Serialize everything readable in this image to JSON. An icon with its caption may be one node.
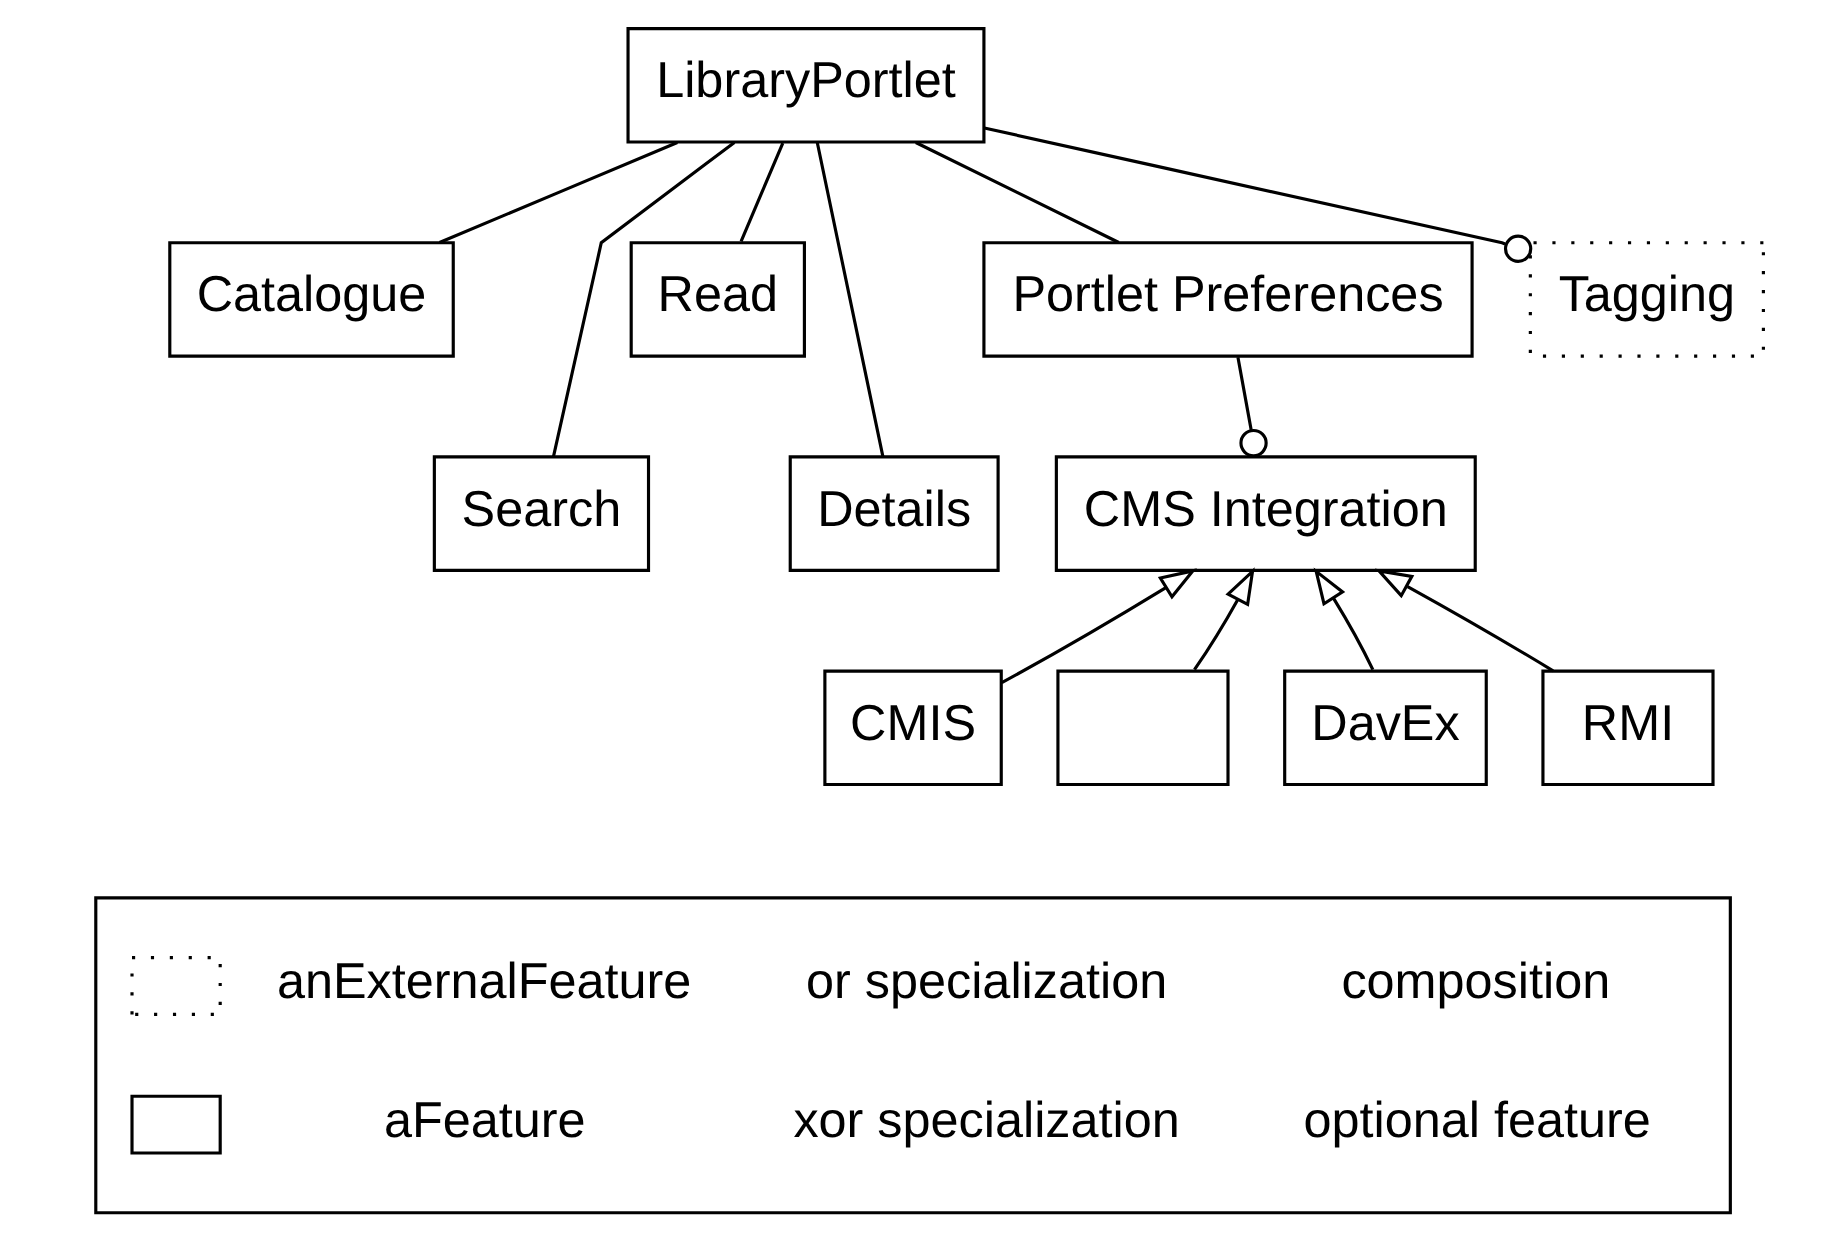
{
  "diagram": {
    "nodes": [
      {
        "text": [
          "LibraryPortlet"
        ]
      },
      {
        "text": [
          "Catalogue"
        ]
      },
      {
        "text": [
          "Read"
        ]
      },
      {
        "text": [
          "Portlet Preferences"
        ]
      },
      {
        "text": [
          "Tagging"
        ]
      },
      {
        "text": [
          "Search"
        ]
      },
      {
        "text": [
          "Details"
        ]
      },
      {
        "text": [
          "CMS Integration"
        ]
      },
      {
        "text": [
          "CMIS"
        ]
      },
      {
        "text": [],
        "shape": "box"
      },
      {
        "text": [
          "DavEx"
        ]
      },
      {
        "text": [
          "RMI"
        ]
      }
    ],
    "edges": [
      {
        "from": 0,
        "to": 1,
        "arrow": "none"
      },
      {
        "from": 0,
        "to": 5,
        "arrow": "none"
      },
      {
        "from": 0,
        "to": 2,
        "arrow": "none"
      },
      {
        "from": 0,
        "to": 6,
        "arrow": "none"
      },
      {
        "from": 0,
        "to": 3,
        "arrow": "none"
      },
      {
        "from": 0,
        "to": 4,
        "arrow": "other"
      },
      {
        "from": 3,
        "to": 7,
        "arrow": "other"
      },
      {
        "from": 8,
        "to": 7,
        "arrow": "to"
      },
      {
        "from": 9,
        "to": 7,
        "arrow": "to"
      },
      {
        "from": 10,
        "to": 7,
        "arrow": "to"
      },
      {
        "from": 11,
        "to": 7,
        "arrow": "to"
      }
    ],
    "legend": [
      {
        "text": "anExternalFeature"
      },
      {
        "text": "or specialization"
      },
      {
        "text": "composition"
      },
      {
        "text": "aFeature"
      },
      {
        "text": "xor specialization"
      },
      {
        "text": "optional feature"
      }
    ]
  }
}
